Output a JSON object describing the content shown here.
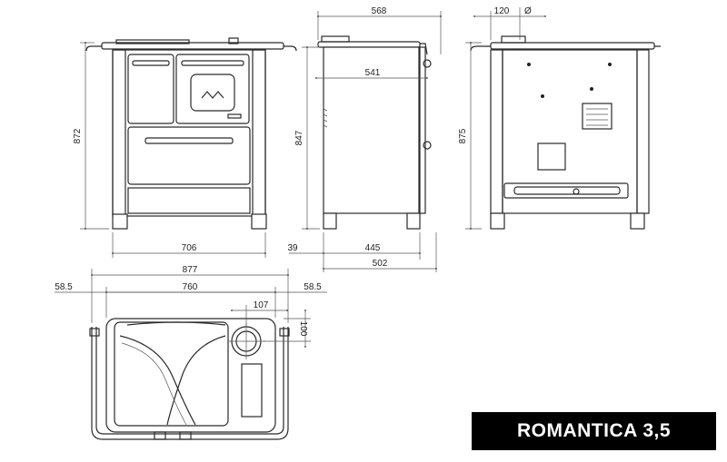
{
  "model": "ROMANTICA 3,5",
  "front_view": {
    "width": "706",
    "height": "872"
  },
  "side_view": {
    "top_depth": "568",
    "body_depth": "541",
    "height": "847",
    "offset": "39",
    "lower_depth": "445",
    "total_depth": "502"
  },
  "back_view": {
    "flue_offset": "120",
    "flue_symbol": "Ø",
    "height": "875"
  },
  "top_view": {
    "total_width": "877",
    "inner_width": "760",
    "left_margin": "58.5",
    "right_margin": "58.5",
    "flue_x": "107",
    "flue_y": "100"
  }
}
